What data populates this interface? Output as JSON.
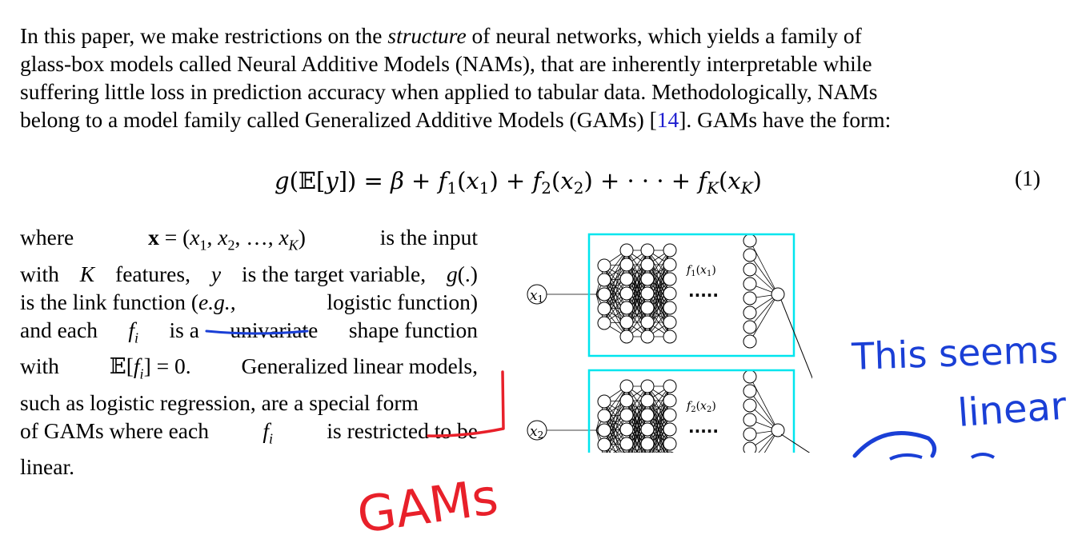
{
  "intro": {
    "line1_a": "In this paper, we make restrictions on the ",
    "line1_em": "structure",
    "line1_b": " of neural networks, which yields a family of",
    "line2": "glass-box models called Neural Additive Models (NAMs), that are inherently interpretable while",
    "line3": "suffering little loss in prediction accuracy when applied to tabular data. Methodologically, NAMs",
    "line4_a": "belong to a model family called Generalized Additive Models (GAMs) [",
    "line4_cite": "14",
    "line4_b": "]. GAMs have the form:"
  },
  "equation": {
    "text": "g(𝔼[y]) = β + f₁(x₁) + f₂(x₂) + · · · + f_K(x_K)",
    "number": "(1)"
  },
  "where": {
    "l1_a": "where",
    "l1_b": "is the input",
    "l2_a": "with",
    "l2_b": "features,",
    "l2_c": "is the target variable,",
    "l3_a": "is the link function (",
    "l3_em": "e.g.,",
    "l3_b": "logistic function)",
    "l4_a": "and each",
    "l4_b": "is a",
    "l4_u": "univariate",
    "l4_c": "shape function",
    "l5_a": "with",
    "l5_b": "Generalized linear models,",
    "l6": "such as logistic regression, are a special form",
    "l7_a": "of GAMs where each",
    "l7_b": "is restricted to be",
    "l8": "linear."
  },
  "figure": {
    "input1": "x1",
    "input2": "x2",
    "shape1": "f1(x1)",
    "shape2": "f2(x2)",
    "dots": "·····"
  },
  "handwriting": {
    "note1": "This seems",
    "note2": "linear",
    "note3": "GAMs"
  },
  "colors": {
    "cite": "#1f1fd0",
    "box": "#00e5ee",
    "ink_blue": "#1a3fd6",
    "ink_red": "#e8202a"
  }
}
